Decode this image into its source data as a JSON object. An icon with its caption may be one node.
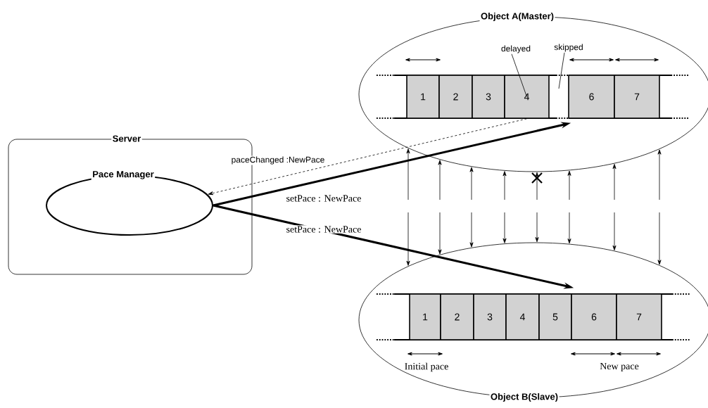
{
  "diagram": {
    "nodes": [
      {
        "text": [
          "Server"
        ]
      },
      {
        "text": [
          "Pace Manager"
        ],
        "in": 0
      },
      {
        "text": [
          "Object A(Master)"
        ]
      },
      {
        "text": [
          "1"
        ],
        "in": 2
      },
      {
        "text": [
          "2"
        ],
        "in": 2
      },
      {
        "text": [
          "3"
        ],
        "in": 2
      },
      {
        "text": [
          "4"
        ],
        "in": 2
      },
      {
        "text": [
          "6"
        ],
        "in": 2
      },
      {
        "text": [
          "7"
        ],
        "in": 2
      },
      {
        "text": [
          "delayed"
        ],
        "in": 2
      },
      {
        "text": [
          "skipped"
        ],
        "in": 2
      },
      {
        "text": [
          "Object B(Slave)"
        ]
      },
      {
        "text": [
          "1"
        ],
        "in": 11
      },
      {
        "text": [
          "2"
        ],
        "in": 11
      },
      {
        "text": [
          "3"
        ],
        "in": 11
      },
      {
        "text": [
          "4"
        ],
        "in": 11
      },
      {
        "text": [
          "5"
        ],
        "in": 11
      },
      {
        "text": [
          "6"
        ],
        "in": 11
      },
      {
        "text": [
          "7"
        ],
        "in": 11
      }
    ],
    "edges": [
      {
        "from": 6,
        "to": 1,
        "arrow": "to",
        "label": "paceChanged :NewPace",
        "style": "dashed"
      },
      {
        "from": 1,
        "to": 7,
        "arrow": "to",
        "label": "setPace : NewPace",
        "style": "thick"
      },
      {
        "from": 1,
        "to": 17,
        "arrow": "to",
        "label": "setPace : NewPace",
        "style": "thick"
      },
      {
        "from": 9,
        "to": 6,
        "arrow": "none"
      },
      {
        "from": 10,
        "to": null,
        "arrow": "none"
      },
      {
        "from": null,
        "to": 2,
        "arrow": "to"
      },
      {
        "from": null,
        "to": 2,
        "arrow": "to"
      },
      {
        "from": null,
        "to": 2,
        "arrow": "to"
      },
      {
        "from": null,
        "to": 2,
        "arrow": "to"
      },
      {
        "from": null,
        "to": 2,
        "arrow": "to"
      },
      {
        "from": null,
        "to": 2,
        "arrow": "to"
      },
      {
        "from": null,
        "to": 2,
        "arrow": "to"
      },
      {
        "from": null,
        "to": 2,
        "arrow": "to"
      },
      {
        "from": null,
        "to": 11,
        "arrow": "to"
      },
      {
        "from": null,
        "to": 11,
        "arrow": "to"
      },
      {
        "from": null,
        "to": 11,
        "arrow": "to"
      },
      {
        "from": null,
        "to": 11,
        "arrow": "to"
      },
      {
        "from": null,
        "to": 11,
        "arrow": "to"
      },
      {
        "from": null,
        "to": 11,
        "arrow": "to"
      },
      {
        "from": null,
        "to": 11,
        "arrow": "to"
      },
      {
        "from": null,
        "to": 11,
        "arrow": "to"
      }
    ],
    "labels": [
      "Initial pace",
      "New pace"
    ]
  }
}
